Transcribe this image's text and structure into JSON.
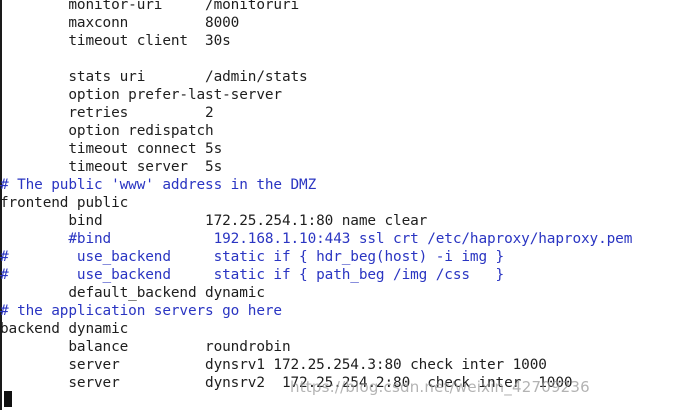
{
  "terminal": {
    "text_color": "#1e1e1e",
    "comment_color": "#2a35c2",
    "background": "#ffffff",
    "lines": [
      {
        "text": "        monitor-uri     /monitoruri",
        "comment": false
      },
      {
        "text": "        maxconn         8000",
        "comment": false
      },
      {
        "text": "        timeout client  30s",
        "comment": false
      },
      {
        "text": "",
        "comment": false
      },
      {
        "text": "        stats uri       /admin/stats",
        "comment": false
      },
      {
        "text": "        option prefer-last-server",
        "comment": false
      },
      {
        "text": "        retries         2",
        "comment": false
      },
      {
        "text": "        option redispatch",
        "comment": false
      },
      {
        "text": "        timeout connect 5s",
        "comment": false
      },
      {
        "text": "        timeout server  5s",
        "comment": false
      },
      {
        "text": "# The public 'www' address in the DMZ",
        "comment": true
      },
      {
        "text": "frontend public",
        "comment": false
      },
      {
        "text": "        bind            172.25.254.1:80 name clear",
        "comment": false
      },
      {
        "text": "        #bind            192.168.1.10:443 ssl crt /etc/haproxy/haproxy.pem",
        "comment": true
      },
      {
        "text": "#        use_backend     static if { hdr_beg(host) -i img }",
        "comment": true
      },
      {
        "text": "#        use_backend     static if { path_beg /img /css   }",
        "comment": true
      },
      {
        "text": "        default_backend dynamic",
        "comment": false
      },
      {
        "text": "# the application servers go here",
        "comment": true
      },
      {
        "text": "backend dynamic",
        "comment": false
      },
      {
        "text": "        balance         roundrobin",
        "comment": false
      },
      {
        "text": "        server          dynsrv1 172.25.254.3:80 check inter 1000",
        "comment": false
      },
      {
        "text": "        server          dynsrv2  172.25.254.2:80  check inter  1000",
        "comment": false
      }
    ]
  },
  "watermark": {
    "text": "https://blog.csdn.net/weixin_42709236"
  }
}
